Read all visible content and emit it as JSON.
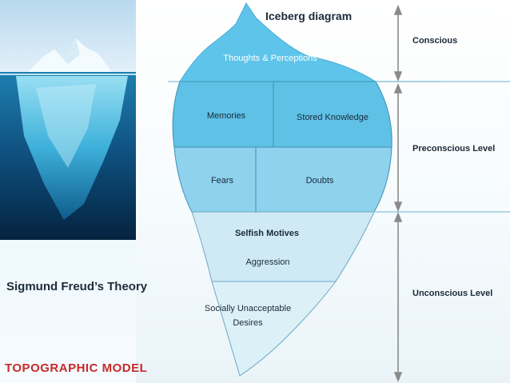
{
  "title": "Iceberg diagram",
  "subtitle": "Sigmund Freud’s Theory",
  "model_label": "TOPOGRAPHIC MODEL",
  "zones": {
    "thoughts": "Thoughts & Perceptions",
    "memories": "Memories",
    "stored_knowledge": "Stored Knowledge",
    "fears": "Fears",
    "doubts": "Doubts",
    "selfish_motives": "Selfish Motives",
    "aggression": "Aggression",
    "socially_line1": "Socially Unacceptable",
    "socially_line2": "Desires"
  },
  "levels": {
    "conscious": "Conscious",
    "preconscious": "Preconscious Level",
    "unconscious": "Unconscious Level"
  },
  "colors": {
    "accent_red": "#c62a2a",
    "ice_top": "#5ec4ea",
    "ice_mid": "#8ed2ee",
    "ice_low": "#cfeaf5"
  }
}
